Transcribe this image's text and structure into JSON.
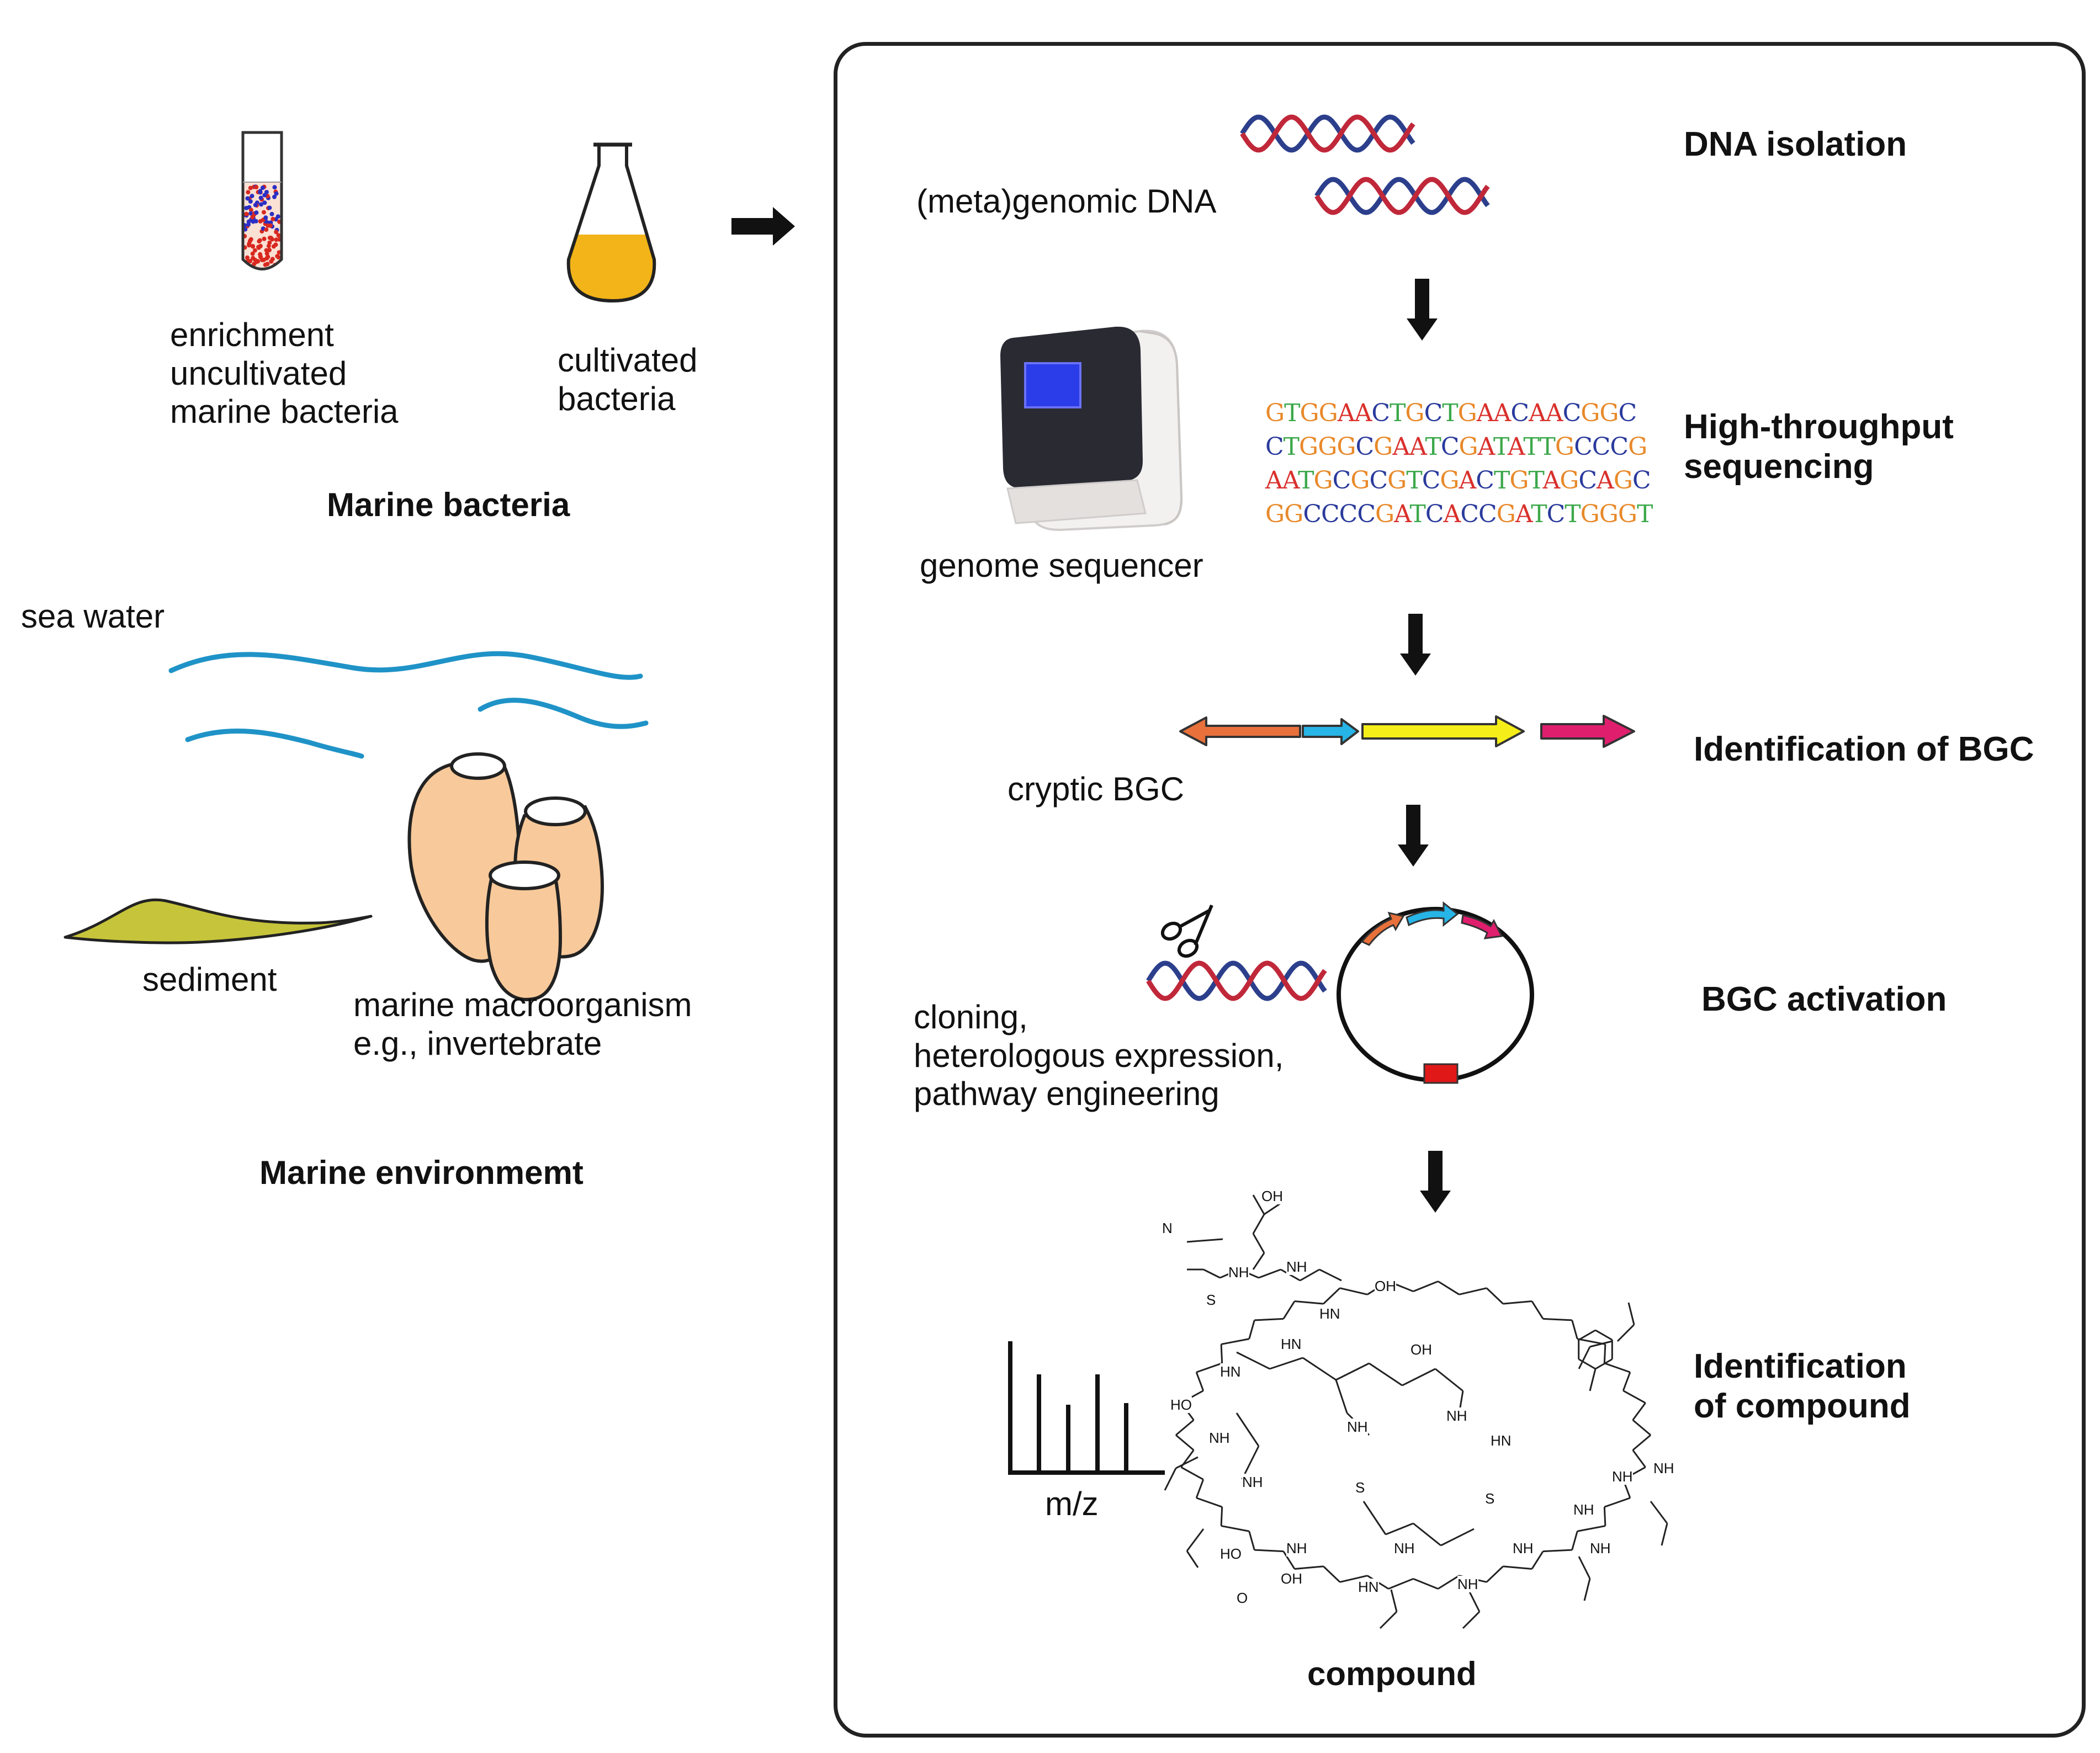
{
  "left": {
    "enrichment_lines": [
      "enrichment",
      "uncultivated",
      "marine bacteria"
    ],
    "cultivated_lines": [
      "cultivated",
      "bacteria"
    ],
    "marine_bacteria_title": "Marine bacteria",
    "sea_water": "sea water",
    "sediment": "sediment",
    "macro_lines": [
      "marine macroorganism",
      "e.g., invertebrate"
    ],
    "marine_environment_title": "Marine environmemt"
  },
  "panel": {
    "meta_dna": "(meta)genomic DNA",
    "genome_sequencer": "genome sequencer",
    "sequence_lines": [
      "GTGGAACTGCTGAACAACGGC",
      "CTGGGCGAATCGATATTGCCCG",
      "AATGCGCGTCGACTGTAGCAGC",
      "GGCCCCGATCACCGATCTGGGT"
    ],
    "cryptic_bgc": "cryptic BGC",
    "cloning_lines": [
      "cloning,",
      "heterologous expression,",
      "pathway engineering"
    ],
    "mz": "m/z",
    "compound": "compound",
    "chemical_labels": [
      "OH",
      "N",
      "H",
      "NH",
      "HN",
      "S",
      "HO",
      "O",
      "OH"
    ]
  },
  "steps": {
    "dna_isolation": "DNA isolation",
    "sequencing_lines": [
      "High-throughput",
      "sequencing"
    ],
    "identification_bgc": "Identification of BGC",
    "bgc_activation": "BGC activation",
    "identification_compound_lines": [
      "Identification",
      "of compound"
    ]
  },
  "colors": {
    "dna_red": "#c0283a",
    "dna_blue": "#2c3f8c",
    "water_blue": "#1f93c7",
    "sediment": "#c6c43a",
    "invertebrate": "#f8c99a",
    "flask_medium": "#f2b418",
    "gene_orange": "#e8703a",
    "gene_cyan": "#27b4e6",
    "gene_yellow": "#f5ee18",
    "gene_magenta": "#e01e6e",
    "marker_red": "#e01818",
    "base_A": "#d9302c",
    "base_C": "#2a3a9c",
    "base_G": "#e8892a",
    "base_T": "#3ba84a"
  },
  "icons": [
    "test-tube-icon",
    "erlenmeyer-flask-icon",
    "right-arrow-icon",
    "dna-helix-icon",
    "genome-sequencer-icon",
    "down-arrow-icon",
    "gene-cluster-arrows",
    "scissors-icon",
    "plasmid-icon",
    "mass-spectrum-icon",
    "chemical-structure-drawing"
  ]
}
